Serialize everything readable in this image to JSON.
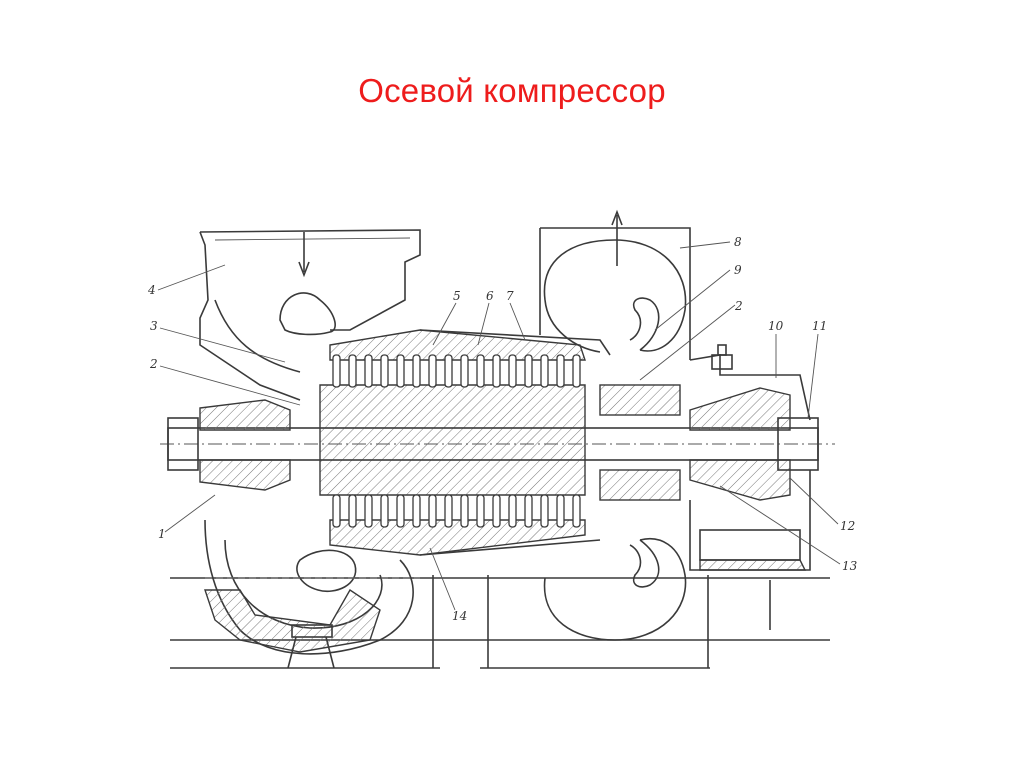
{
  "slide": {
    "title": "Осевой компрессор"
  },
  "diagram": {
    "callouts": [
      "1",
      "2",
      "3",
      "4",
      "5",
      "6",
      "7",
      "2",
      "8",
      "9",
      "10",
      "11",
      "12",
      "13",
      "14"
    ],
    "colors": {
      "title": "#ee1c1c",
      "lines": "#3a3a3a"
    }
  }
}
